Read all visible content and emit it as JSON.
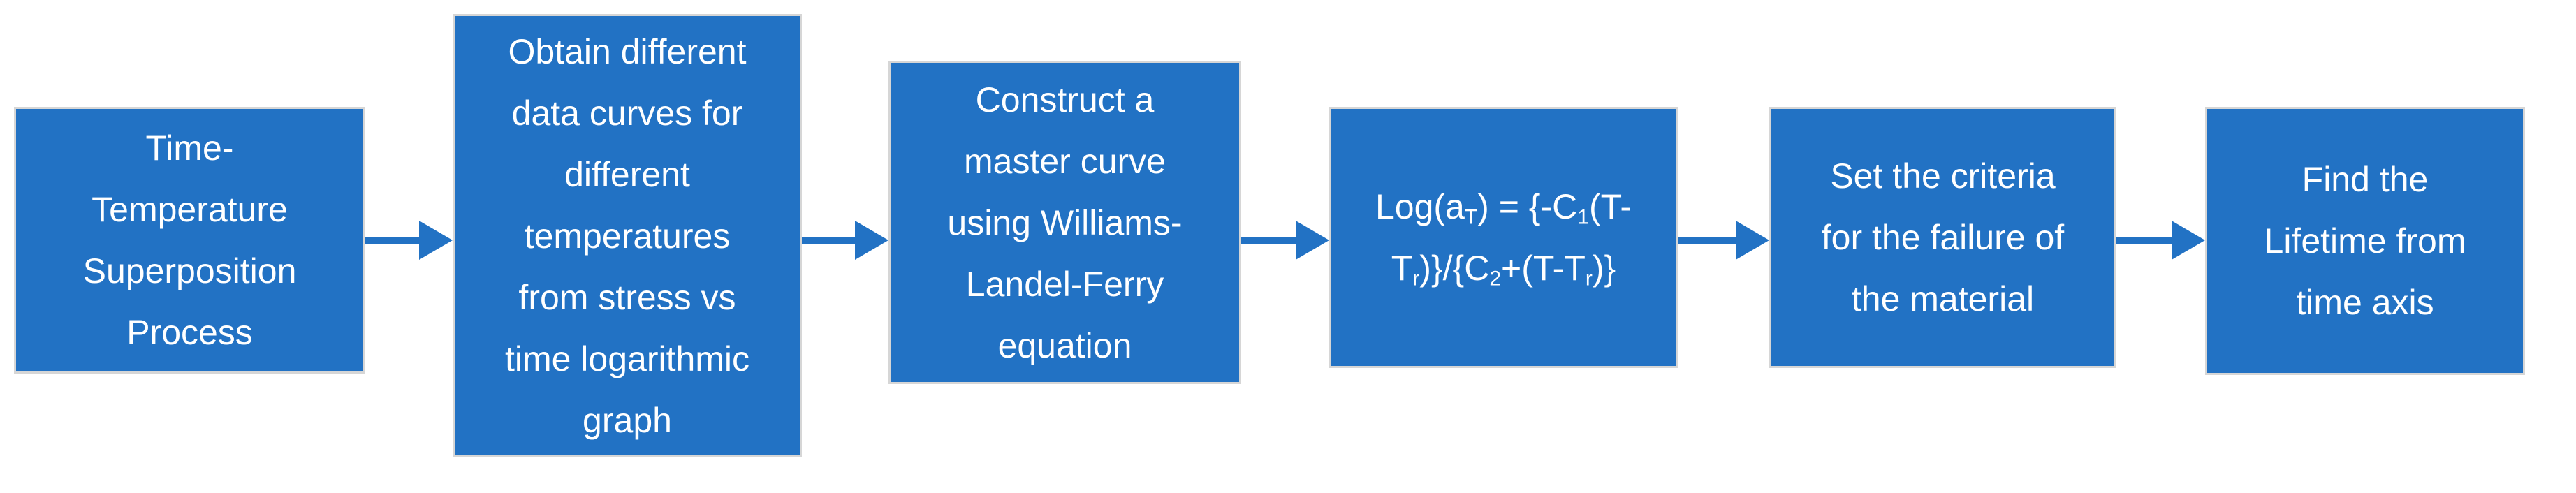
{
  "theme": {
    "box_fill": "#2272C4",
    "box_border": "#D6D6D6",
    "text_color": "#FFFFFF",
    "arrow_color": "#2272C4",
    "background": "#FFFFFF"
  },
  "flowchart": {
    "boxes": [
      {
        "id": "step-1",
        "text": "Time-Temperature Superposition Process",
        "lines": [
          [
            {
              "t": "Time-"
            }
          ],
          [
            {
              "t": "Temperature"
            }
          ],
          [
            {
              "t": "Superposition"
            }
          ],
          [
            {
              "t": "Process"
            }
          ]
        ]
      },
      {
        "id": "step-2",
        "text": "Obtain different data curves for different temperatures from stress vs time logarithmic graph",
        "lines": [
          [
            {
              "t": "Obtain different"
            }
          ],
          [
            {
              "t": "data curves for"
            }
          ],
          [
            {
              "t": "different"
            }
          ],
          [
            {
              "t": "temperatures"
            }
          ],
          [
            {
              "t": "from stress vs"
            }
          ],
          [
            {
              "t": "time logarithmic"
            }
          ],
          [
            {
              "t": "graph"
            }
          ]
        ]
      },
      {
        "id": "step-3",
        "text": "Construct a master curve using Williams-Landel-Ferry equation",
        "lines": [
          [
            {
              "t": "Construct a"
            }
          ],
          [
            {
              "t": "master curve"
            }
          ],
          [
            {
              "t": "using Williams-"
            }
          ],
          [
            {
              "t": "Landel-Ferry"
            }
          ],
          [
            {
              "t": "equation"
            }
          ]
        ]
      },
      {
        "id": "step-4",
        "text": "Log(aT) = {-C1(T-Tr)}/{C2+(T-Tr)}",
        "lines": [
          [
            {
              "t": "Log(a"
            },
            {
              "s": "T"
            },
            {
              "t": ") = {-C"
            },
            {
              "s": "1"
            },
            {
              "t": "(T-"
            }
          ],
          [
            {
              "t": "T"
            },
            {
              "s": "r"
            },
            {
              "t": ")}/{C"
            },
            {
              "s": "2"
            },
            {
              "t": "+(T-T"
            },
            {
              "s": "r"
            },
            {
              "t": ")}"
            }
          ]
        ]
      },
      {
        "id": "step-5",
        "text": "Set the criteria for the failure of the material",
        "lines": [
          [
            {
              "t": "Set the criteria"
            }
          ],
          [
            {
              "t": "for the failure of"
            }
          ],
          [
            {
              "t": "the material"
            }
          ]
        ]
      },
      {
        "id": "step-6",
        "text": "Find the Lifetime from time axis",
        "lines": [
          [
            {
              "t": "Find the"
            }
          ],
          [
            {
              "t": "Lifetime from"
            }
          ],
          [
            {
              "t": "time axis"
            }
          ]
        ]
      }
    ],
    "connectors": [
      {
        "from": "step-1",
        "to": "step-2",
        "shape": "right-arrow"
      },
      {
        "from": "step-2",
        "to": "step-3",
        "shape": "right-arrow"
      },
      {
        "from": "step-3",
        "to": "step-4",
        "shape": "right-arrow"
      },
      {
        "from": "step-4",
        "to": "step-5",
        "shape": "right-arrow"
      },
      {
        "from": "step-5",
        "to": "step-6",
        "shape": "right-arrow"
      }
    ]
  }
}
